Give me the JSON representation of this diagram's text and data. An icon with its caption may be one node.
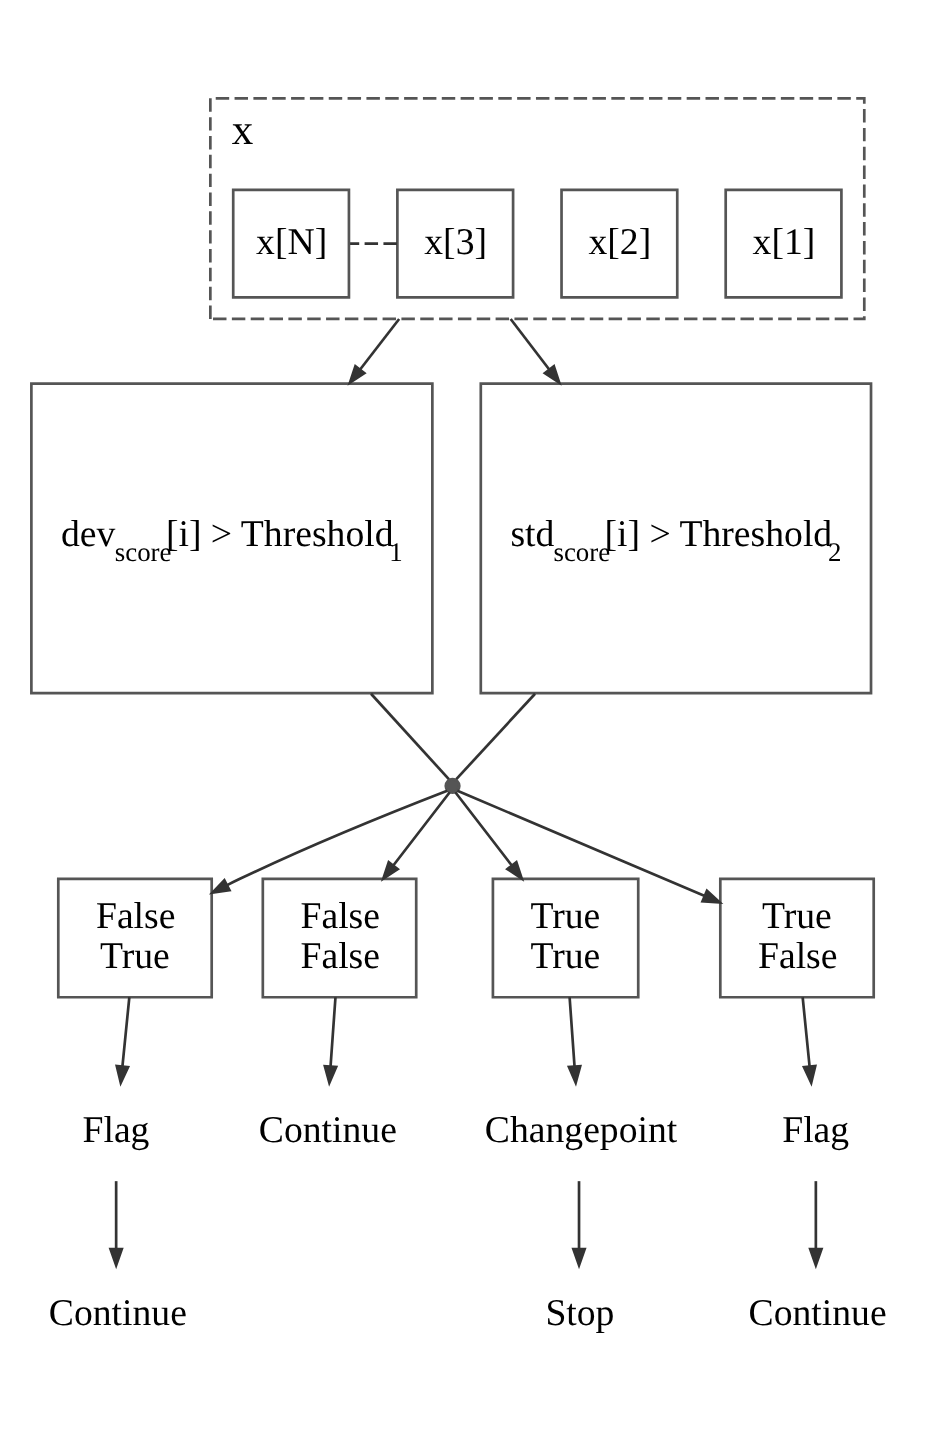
{
  "diagram": {
    "nodes": [
      {
        "text": [
          "x"
        ]
      },
      {
        "text": [
          "x[1]"
        ],
        "in": 0
      },
      {
        "text": [
          "x[2]"
        ],
        "in": 0
      },
      {
        "text": [
          "x[3]"
        ],
        "in": 0
      },
      {
        "text": [
          "x[N]"
        ],
        "in": 0
      },
      {
        "text": [
          "dev$_{score}$[i] > Threshold$_{1}$"
        ]
      },
      {
        "text": [
          "std$_{score}$[i] > Threshold$_{2}$"
        ]
      },
      {
        "text": [],
        "shape": "circle"
      },
      {
        "text": [
          "False",
          "True"
        ]
      },
      {
        "text": [
          "False",
          "False"
        ]
      },
      {
        "text": [
          "True",
          "True"
        ]
      },
      {
        "text": [
          "True",
          "False"
        ]
      },
      {
        "text": [
          "Flag"
        ]
      },
      {
        "text": [
          "Continue"
        ]
      },
      {
        "text": [
          "Continue"
        ]
      },
      {
        "text": [
          "Changepoint"
        ]
      },
      {
        "text": [
          "Stop"
        ]
      },
      {
        "text": [
          "Flag"
        ]
      },
      {
        "text": [
          "Continue"
        ]
      }
    ],
    "edges": [
      {
        "from": 3,
        "to": 4,
        "arrow": "none",
        "style": "dashed"
      },
      {
        "from": 0,
        "to": 5,
        "arrow": "to"
      },
      {
        "from": 0,
        "to": 6,
        "arrow": "to"
      },
      {
        "from": 5,
        "to": 7,
        "arrow": "none"
      },
      {
        "from": 6,
        "to": 7,
        "arrow": "none"
      },
      {
        "from": 7,
        "to": 8,
        "arrow": "to"
      },
      {
        "from": 7,
        "to": 9,
        "arrow": "to"
      },
      {
        "from": 7,
        "to": 10,
        "arrow": "to"
      },
      {
        "from": 7,
        "to": 11,
        "arrow": "to"
      },
      {
        "from": 8,
        "to": 12,
        "arrow": "to"
      },
      {
        "from": 12,
        "to": 13,
        "arrow": "to"
      },
      {
        "from": 9,
        "to": 14,
        "arrow": "to"
      },
      {
        "from": 10,
        "to": 15,
        "arrow": "to"
      },
      {
        "from": 15,
        "to": 16,
        "arrow": "to"
      },
      {
        "from": 11,
        "to": 17,
        "arrow": "to"
      },
      {
        "from": 17,
        "to": 18,
        "arrow": "to"
      }
    ]
  }
}
